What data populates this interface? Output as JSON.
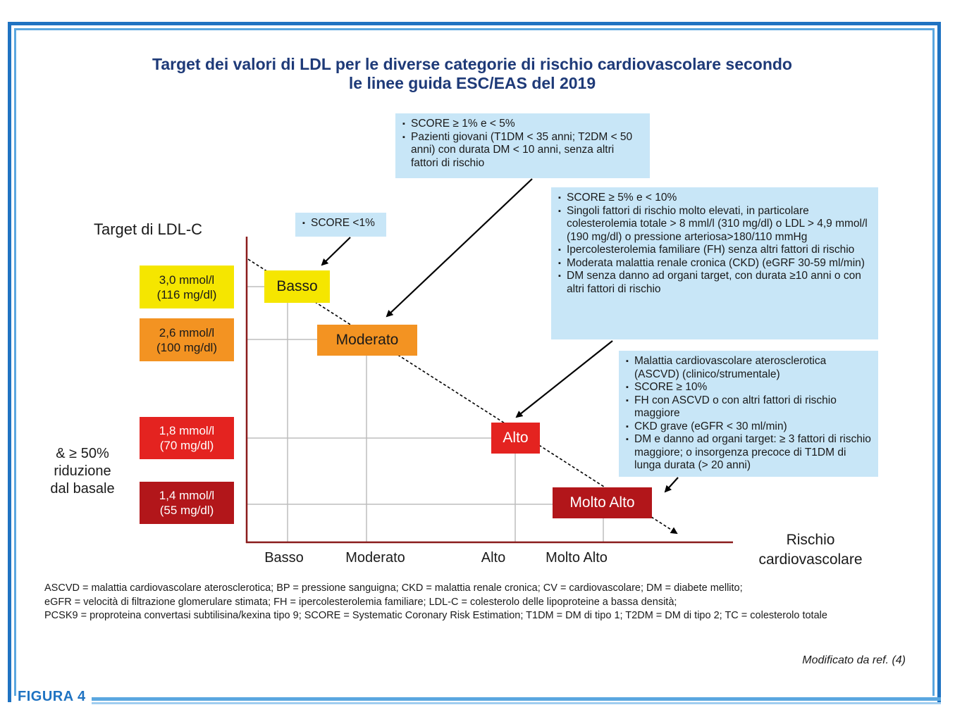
{
  "title": {
    "line1": "Target dei valori di LDL per le diverse categorie di rischio cardiovascolare secondo",
    "line2": "le linee guida ESC/EAS del 2019"
  },
  "y_axis_label": "Target di LDL-C",
  "x_axis_label": {
    "line1": "Rischio",
    "line2": "cardiovascolare"
  },
  "reduction_note": {
    "line1": "& ≥ 50%",
    "line2": "riduzione",
    "line3": "dal basale"
  },
  "targets": [
    {
      "line1": "3,0 mmol/l",
      "line2": "(116 mg/dl)",
      "color": "#f5e600"
    },
    {
      "line1": "2,6 mmol/l",
      "line2": "(100 mg/dl)",
      "color": "#f39322"
    },
    {
      "line1": "1,8 mmol/l",
      "line2": "(70 mg/dl)",
      "color": "#e42320"
    },
    {
      "line1": "1,4 mmol/l",
      "line2": "(55 mg/dl)",
      "color": "#b2161a"
    }
  ],
  "risk_nodes": [
    {
      "label": "Basso",
      "color": "#f5e600"
    },
    {
      "label": "Moderato",
      "color": "#f39322"
    },
    {
      "label": "Alto",
      "color": "#e42320"
    },
    {
      "label": "Molto Alto",
      "color": "#b2161a"
    }
  ],
  "x_ticks": [
    "Basso",
    "Moderato",
    "Alto",
    "Molto Alto"
  ],
  "callouts": {
    "basso": [
      "SCORE <1%"
    ],
    "moderato": [
      "SCORE ≥ 1% e < 5%",
      "Pazienti giovani (T1DM < 35 anni; T2DM < 50 anni) con durata DM < 10 anni, senza altri fattori di rischio"
    ],
    "alto": [
      "SCORE ≥ 5% e < 10%",
      "Singoli fattori di rischio molto elevati, in particolare colesterolemia totale > 8 mml/l (310 mg/dl) o LDL > 4,9 mmol/l (190 mg/dl) o pressione arteriosa>180/110 mmHg",
      "Ipercolesterolemia familiare (FH) senza altri fattori di rischio",
      "Moderata malattia renale cronica (CKD) (eGRF 30-59 ml/min)",
      "DM senza danno ad organi target, con durata ≥10 anni o con altri fattori di rischio"
    ],
    "molto_alto": [
      "Malattia cardiovascolare aterosclerotica (ASCVD) (clinico/strumentale)",
      "SCORE ≥ 10%",
      "FH con ASCVD o con altri fattori di rischio maggiore",
      "CKD grave (eGFR < 30 ml/min)",
      "DM e danno ad organi target: ≥ 3 fattori di rischio maggiore; o insorgenza precoce di T1DM di lunga durata (> 20 anni)"
    ]
  },
  "footnote": {
    "line1": "ASCVD = malattia cardiovascolare aterosclerotica; BP = pressione sanguigna; CKD = malattia renale cronica; CV = cardiovascolare; DM = diabete mellito;",
    "line2": "eGFR = velocità di filtrazione glomerulare stimata; FH = ipercolesterolemia familiare; LDL-C = colesterolo delle lipoproteine a bassa densità;",
    "line3": "PCSK9 = proproteina convertasi subtilisina/kexina tipo 9; SCORE = Systematic Coronary Risk Estimation; T1DM = DM di tipo 1; T2DM = DM di tipo 2; TC = colesterolo totale"
  },
  "credit": "Modificato da ref. (4)",
  "figure_label": "FIGURA 4",
  "colors": {
    "frame_dark": "#1f73c2",
    "frame_light": "#5aa7e0",
    "title": "#1e3a78",
    "callout_bg": "#c8e6f7"
  }
}
